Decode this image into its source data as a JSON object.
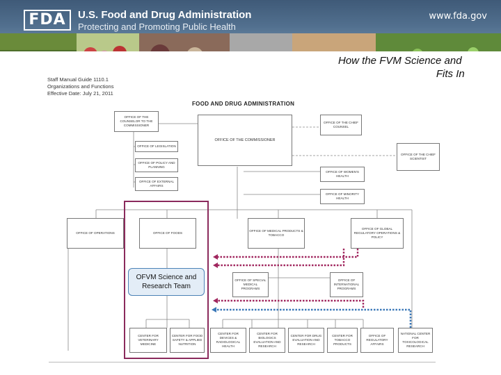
{
  "header": {
    "logo_text": "FDA",
    "agency_name": "U.S. Food and Drug Administration",
    "tagline": "Protecting and Promoting Public Health",
    "url": "www.fda.gov"
  },
  "slide": {
    "title": "How the FVM Science and Research Enterprise Fits In"
  },
  "chart": {
    "manual_line1": "Staff Manual Guide 1110.1",
    "manual_line2": "Organizations and Functions",
    "manual_line3": "Effective Date: July 21, 2011",
    "org_title": "FOOD AND DRUG ADMINISTRATION",
    "boxes": {
      "counselor": "OFFICE OF THE COUNSELOR TO THE COMMISSIONER",
      "commissioner": "OFFICE OF THE COMMISSIONER",
      "chief_counsel": "OFFICE OF THE CHIEF COUNSEL",
      "legislation": "OFFICE OF LEGISLATION",
      "chief_scientist": "OFFICE OF THE CHIEF SCIENTIST",
      "policy_planning": "OFFICE OF POLICY AND PLANNING",
      "womens_health": "OFFICE OF WOMEN'S HEALTH",
      "external_affairs": "OFFICE OF EXTERNAL AFFAIRS",
      "minority_health": "OFFICE OF MINORITY HEALTH",
      "operations": "OFFICE OF OPERATIONS",
      "foods": "OFFICE OF FOODS",
      "medical_products": "OFFICE OF MEDICAL PRODUCTS & TOBACCO",
      "global_regulatory": "OFFICE OF GLOBAL REGULATORY OPERATIONS & POLICY",
      "special_medical": "OFFICE OF SPECIAL MEDICAL PROGRAMS",
      "international": "OFFICE OF INTERNATIONAL PROGRAMS",
      "cvm": "CENTER FOR VETERINARY MEDICINE",
      "cfsan": "CENTER FOR FOOD SAFETY & APPLIED NUTRITION",
      "cdrh": "CENTER FOR DEVICES & RADIOLOGICAL HEALTH",
      "cber": "CENTER FOR BIOLOGICS EVALUATION AND RESEARCH",
      "cder": "CENTER FOR DRUG EVALUATION AND RESEARCH",
      "ctp": "CENTER FOR TOBACCO PRODUCTS",
      "ora": "OFFICE OF REGULATORY AFFAIRS",
      "nctr": "NATIONAL CENTER FOR TOXICOLOGICAL RESEARCH"
    },
    "ofvm_team": "OFVM Science and Research Team"
  },
  "colors": {
    "focus_outline": "#8a2a5c",
    "arrow_magenta": "#a0265e",
    "arrow_blue": "#3b78b8",
    "team_box_fill": "#e3edf7"
  }
}
